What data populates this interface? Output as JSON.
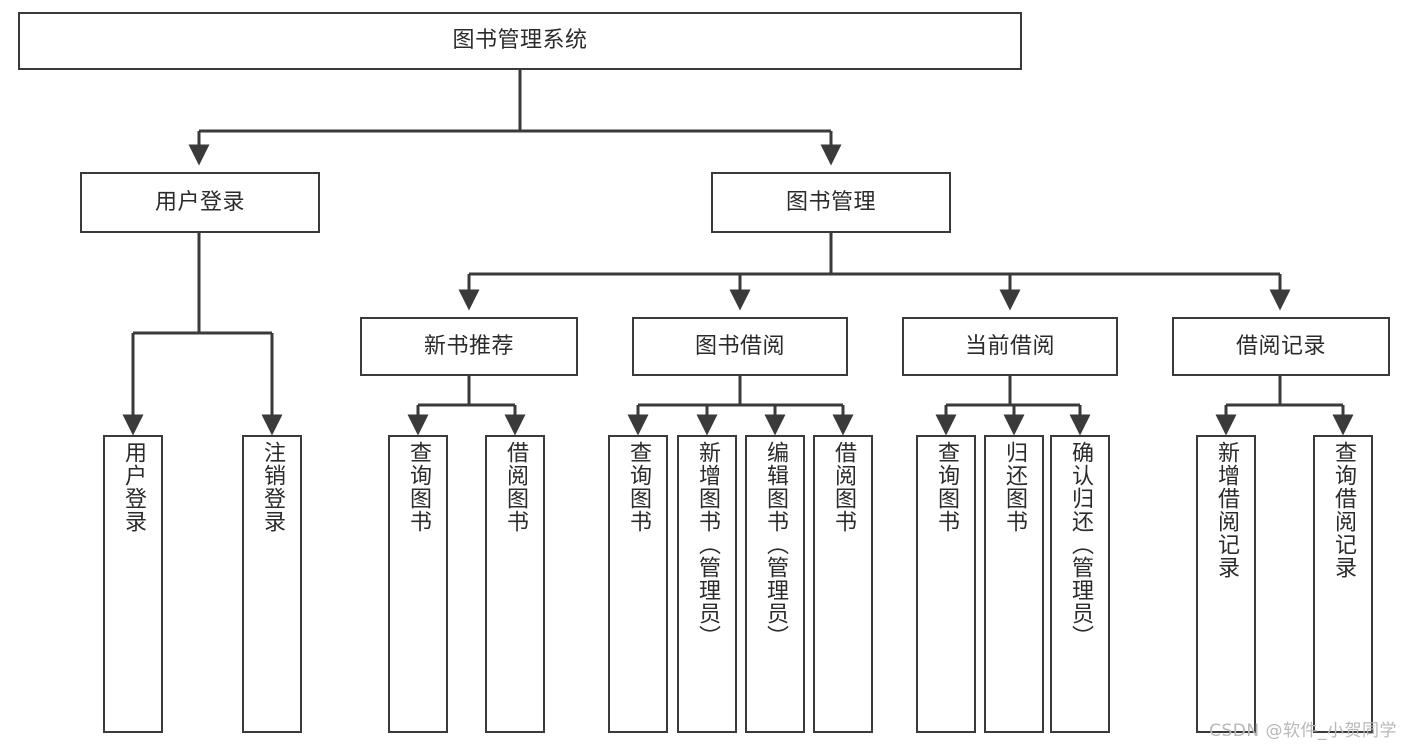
{
  "diagram": {
    "title_node": {
      "label": "图书管理系统"
    },
    "level2": [
      {
        "label": "用户登录"
      },
      {
        "label": "图书管理"
      }
    ],
    "level3": [
      {
        "label": "新书推荐"
      },
      {
        "label": "图书借阅"
      },
      {
        "label": "当前借阅"
      },
      {
        "label": "借阅记录"
      }
    ],
    "leaves": {
      "user_login": [
        {
          "label": "用户登录"
        },
        {
          "label": "注销登录"
        }
      ],
      "new_book_recommend": [
        {
          "label": "查询图书"
        },
        {
          "label": "借阅图书"
        }
      ],
      "book_borrow": [
        {
          "label": "查询图书"
        },
        {
          "label": "新增图书（管理员）"
        },
        {
          "label": "编辑图书（管理员）"
        },
        {
          "label": "借阅图书"
        }
      ],
      "current_borrow": [
        {
          "label": "查询图书"
        },
        {
          "label": "归还图书"
        },
        {
          "label": "确认归还（管理员）"
        }
      ],
      "borrow_record": [
        {
          "label": "新增借阅记录"
        },
        {
          "label": "查询借阅记录"
        }
      ]
    }
  },
  "watermark": {
    "text": "CSDN @软件_小贺同学"
  },
  "colors": {
    "stroke": "#3a3a3a",
    "text": "#2b2b2b",
    "background": "#ffffff",
    "watermark": "#b8b8b8"
  }
}
